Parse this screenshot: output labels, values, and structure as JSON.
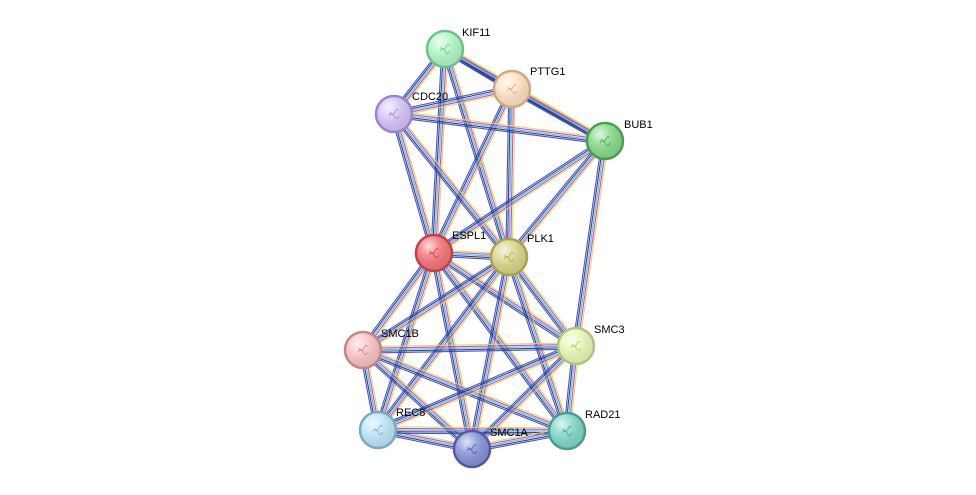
{
  "nodes": [
    {
      "id": "KIF11",
      "label": "KIF11",
      "color": "#b2f5c6",
      "stroke": "#6ec08a"
    },
    {
      "id": "PTTG1",
      "label": "PTTG1",
      "color": "#fde0c2",
      "stroke": "#d0a882"
    },
    {
      "id": "CDC20",
      "label": "CDC20",
      "color": "#d5c2f7",
      "stroke": "#9b84cc"
    },
    {
      "id": "BUB1",
      "label": "BUB1",
      "color": "#86d98a",
      "stroke": "#4a9d4e"
    },
    {
      "id": "ESPL1",
      "label": "ESPL1",
      "color": "#f2737a",
      "stroke": "#c24048"
    },
    {
      "id": "PLK1",
      "label": "PLK1",
      "color": "#d9d48a",
      "stroke": "#a8a252"
    },
    {
      "id": "SMC1B",
      "label": "SMC1B",
      "color": "#f7c2c4",
      "stroke": "#c48688"
    },
    {
      "id": "SMC3",
      "label": "SMC3",
      "color": "#e7f8b6",
      "stroke": "#b2c47c"
    },
    {
      "id": "REC8",
      "label": "REC8",
      "color": "#bde5f8",
      "stroke": "#7fa9bd"
    },
    {
      "id": "SMC1A",
      "label": "SMC1A",
      "color": "#8792d6",
      "stroke": "#4f5aa0"
    },
    {
      "id": "RAD21",
      "label": "RAD21",
      "color": "#80d6c8",
      "stroke": "#4a9c8f"
    }
  ],
  "edges": [
    [
      "KIF11",
      "PTTG1"
    ],
    [
      "KIF11",
      "CDC20"
    ],
    [
      "KIF11",
      "BUB1"
    ],
    [
      "KIF11",
      "ESPL1"
    ],
    [
      "KIF11",
      "PLK1"
    ],
    [
      "PTTG1",
      "CDC20"
    ],
    [
      "PTTG1",
      "BUB1"
    ],
    [
      "PTTG1",
      "ESPL1"
    ],
    [
      "PTTG1",
      "PLK1"
    ],
    [
      "CDC20",
      "BUB1"
    ],
    [
      "CDC20",
      "ESPL1"
    ],
    [
      "CDC20",
      "PLK1"
    ],
    [
      "BUB1",
      "ESPL1"
    ],
    [
      "BUB1",
      "PLK1"
    ],
    [
      "BUB1",
      "SMC3"
    ],
    [
      "ESPL1",
      "PLK1"
    ],
    [
      "ESPL1",
      "SMC1B"
    ],
    [
      "ESPL1",
      "SMC3"
    ],
    [
      "ESPL1",
      "REC8"
    ],
    [
      "ESPL1",
      "SMC1A"
    ],
    [
      "ESPL1",
      "RAD21"
    ],
    [
      "PLK1",
      "SMC1B"
    ],
    [
      "PLK1",
      "SMC3"
    ],
    [
      "PLK1",
      "REC8"
    ],
    [
      "PLK1",
      "SMC1A"
    ],
    [
      "PLK1",
      "RAD21"
    ],
    [
      "SMC1B",
      "SMC3"
    ],
    [
      "SMC1B",
      "REC8"
    ],
    [
      "SMC1B",
      "SMC1A"
    ],
    [
      "SMC1B",
      "RAD21"
    ],
    [
      "SMC3",
      "REC8"
    ],
    [
      "SMC3",
      "SMC1A"
    ],
    [
      "SMC3",
      "RAD21"
    ],
    [
      "REC8",
      "SMC1A"
    ],
    [
      "REC8",
      "RAD21"
    ],
    [
      "SMC1A",
      "RAD21"
    ]
  ],
  "edge_colors": [
    "#c6e63a",
    "#e023e0",
    "#27c8e8",
    "#303030",
    "#3a3ae6"
  ]
}
